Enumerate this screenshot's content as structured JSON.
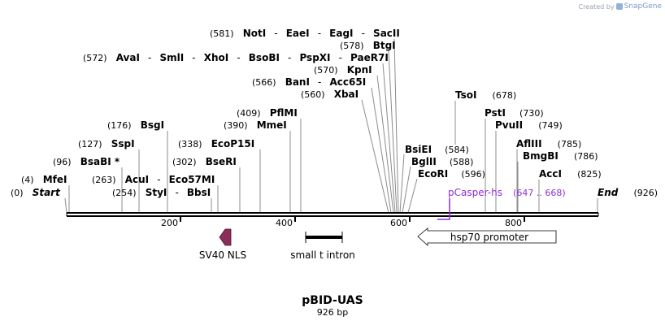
{
  "credit": {
    "prefix": "Created by",
    "brand": "SnapGene"
  },
  "plasmid": {
    "name": "pBID-UAS",
    "length_label": "926 bp"
  },
  "axis_ticks": [
    "200",
    "400",
    "600",
    "800"
  ],
  "sites": {
    "notI_group": {
      "num": "(581)",
      "names": [
        "NotI",
        "EaeI",
        "EagI",
        "SacII"
      ]
    },
    "btgI": {
      "num": "(578)",
      "name": "BtgI"
    },
    "avaI_group": {
      "num": "(572)",
      "names": [
        "AvaI",
        "SmlI",
        "XhoI",
        "BsoBI",
        "PspXI",
        "PaeR7I"
      ]
    },
    "kpnI": {
      "num": "(570)",
      "name": "KpnI"
    },
    "banI_group": {
      "num": "(566)",
      "names": [
        "BanI",
        "Acc65I"
      ]
    },
    "xbaI": {
      "num": "(560)",
      "name": "XbaI"
    },
    "tsoI": {
      "num": "(678)",
      "name": "TsoI"
    },
    "pflMI": {
      "num": "(409)",
      "name": "PflMI"
    },
    "pstI": {
      "num": "(730)",
      "name": "PstI"
    },
    "bsgI": {
      "num": "(176)",
      "name": "BsgI"
    },
    "mmeI": {
      "num": "(390)",
      "name": "MmeI"
    },
    "pvuII": {
      "num": "(749)",
      "name": "PvuII"
    },
    "sspI": {
      "num": "(127)",
      "name": "SspI"
    },
    "ecoP15I": {
      "num": "(338)",
      "name": "EcoP15I"
    },
    "bsiEI": {
      "num": "(584)",
      "name": "BsiEI"
    },
    "aflIII": {
      "num": "(785)",
      "name": "AflIII"
    },
    "bsaBI": {
      "num": "(96)",
      "name": "BsaBI *"
    },
    "bseRI": {
      "num": "(302)",
      "name": "BseRI"
    },
    "bglII": {
      "num": "(588)",
      "name": "BglII"
    },
    "bmgBI": {
      "num": "(786)",
      "name": "BmgBI"
    },
    "mfeI": {
      "num": "(4)",
      "name": "MfeI"
    },
    "acuI": {
      "num": "(263)",
      "name": "AcuI"
    },
    "eco57MI": {
      "name": "Eco57MI"
    },
    "ecoRI": {
      "num": "(596)",
      "name": "EcoRI"
    },
    "accI": {
      "num": "(825)",
      "name": "AccI"
    },
    "start": {
      "num": "(0)",
      "name": "Start"
    },
    "styI": {
      "num": "(254)",
      "name": "StyI"
    },
    "bbsI": {
      "name": "BbsI"
    },
    "end": {
      "name": "End",
      "num": "(926)"
    }
  },
  "primer": {
    "name": "pCasper-hs",
    "range": "(647 .. 668)",
    "color": "#8b2fd6"
  },
  "features": {
    "sv40_nls": {
      "label": "SV40 NLS",
      "color": "#8b2c5a"
    },
    "small_t_intron": {
      "label": "small t intron"
    },
    "hsp70_promoter": {
      "label": "hsp70 promoter"
    }
  }
}
